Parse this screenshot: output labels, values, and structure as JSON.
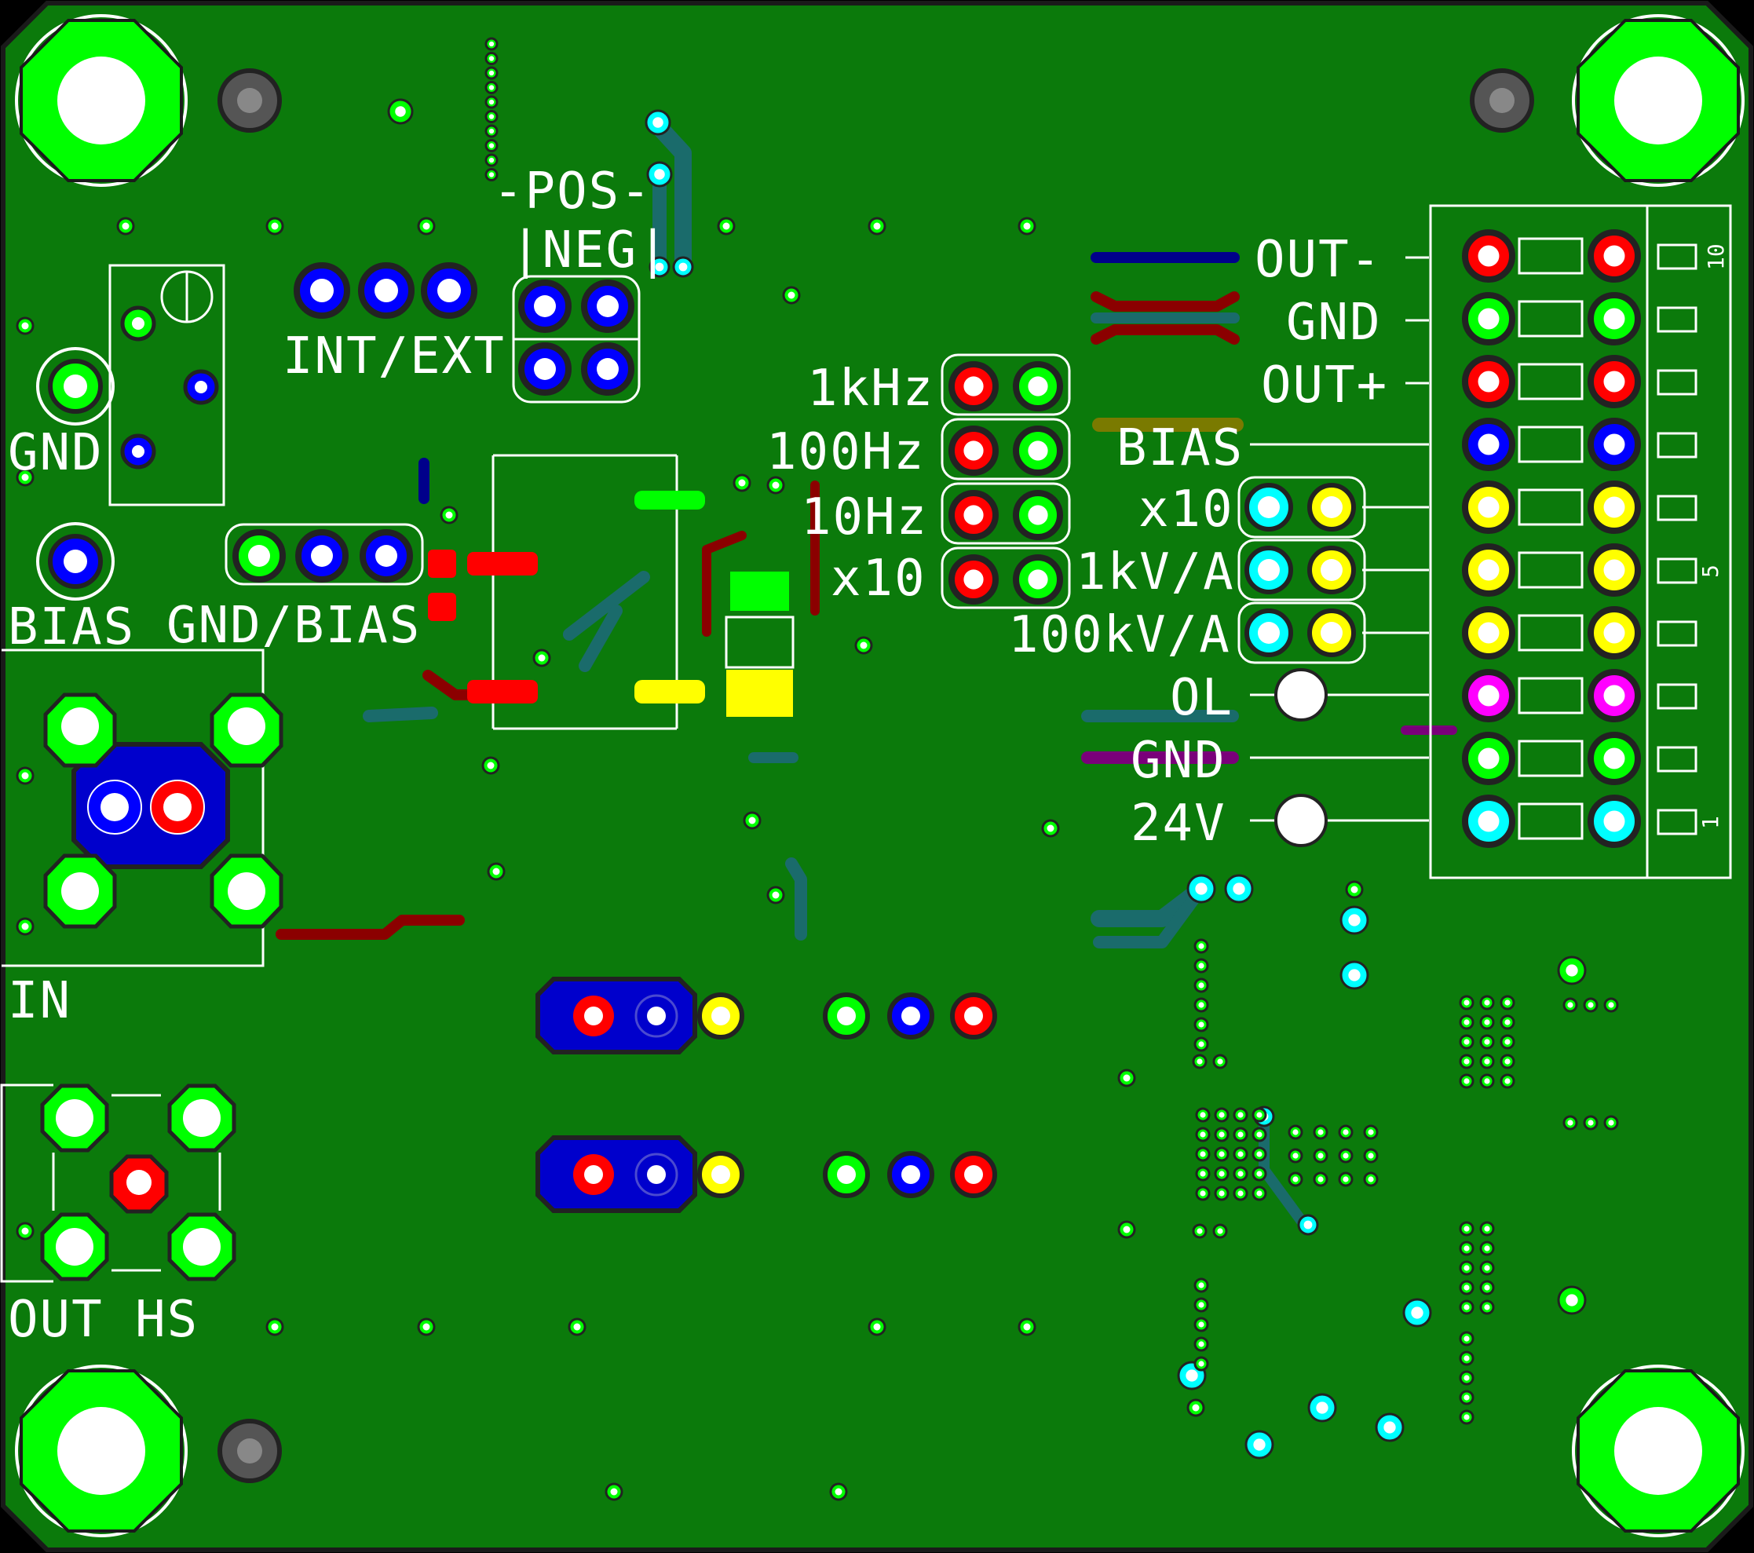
{
  "board": {
    "colors": {
      "substrate": "#0b7a0b",
      "outline": "#1a1a1a",
      "silkscreen": "#ffffff",
      "pad_green": "#00ff00",
      "pad_red": "#ff0000",
      "pad_blue": "#0000ff",
      "pad_yellow": "#ffff00",
      "pad_cyan": "#00ffff",
      "pad_magenta": "#ff00ff",
      "trace_red": "#8b0000",
      "trace_teal": "#1a6b6b",
      "trace_blue": "#00008b",
      "via_green": "#00ff00"
    }
  },
  "labels": {
    "gnd_left": "GND",
    "bias_left": "BIAS",
    "gnd_bias": "GND/BIAS",
    "int_ext": "INT/EXT",
    "pos": "-POS-",
    "neg": "|NEG|",
    "in": "IN",
    "out_hs": "OUT HS",
    "freq_1k": "1kHz",
    "freq_100": "100Hz",
    "freq_10": "10Hz",
    "x10_jumper": "x10",
    "out_minus": "OUT-",
    "gnd_conn": "GND",
    "out_plus": "OUT+",
    "bias_conn": "BIAS",
    "x10_conn": "x10",
    "gain_1k": "1kV/A",
    "gain_100k": "100kV/A",
    "ol": "OL",
    "gnd_conn2": "GND",
    "v24": "24V",
    "pin_10": "10",
    "pin_5": "5",
    "pin_1": "1"
  }
}
